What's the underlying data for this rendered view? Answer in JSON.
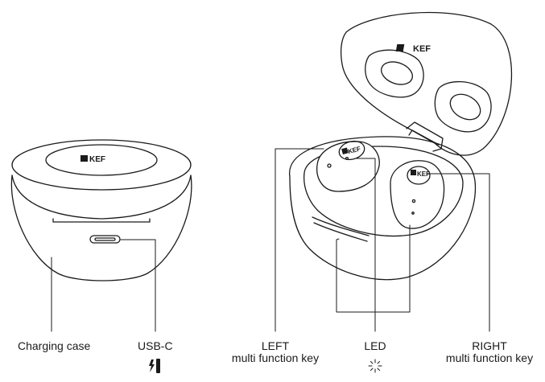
{
  "brand": {
    "logo_text": "KEF"
  },
  "labels": {
    "charging_case": "Charging case",
    "usb_c": "USB-C",
    "left_line1": "LEFT",
    "left_line2": "multi function key",
    "led": "LED",
    "right_line1": "RIGHT",
    "right_line2": "multi function key"
  },
  "icons": {
    "usb": "charging-plug-icon",
    "led": "led-light-icon"
  },
  "colors": {
    "line": "#1a1a1a",
    "background": "#ffffff",
    "logo_fill": "#1a1a1a"
  }
}
